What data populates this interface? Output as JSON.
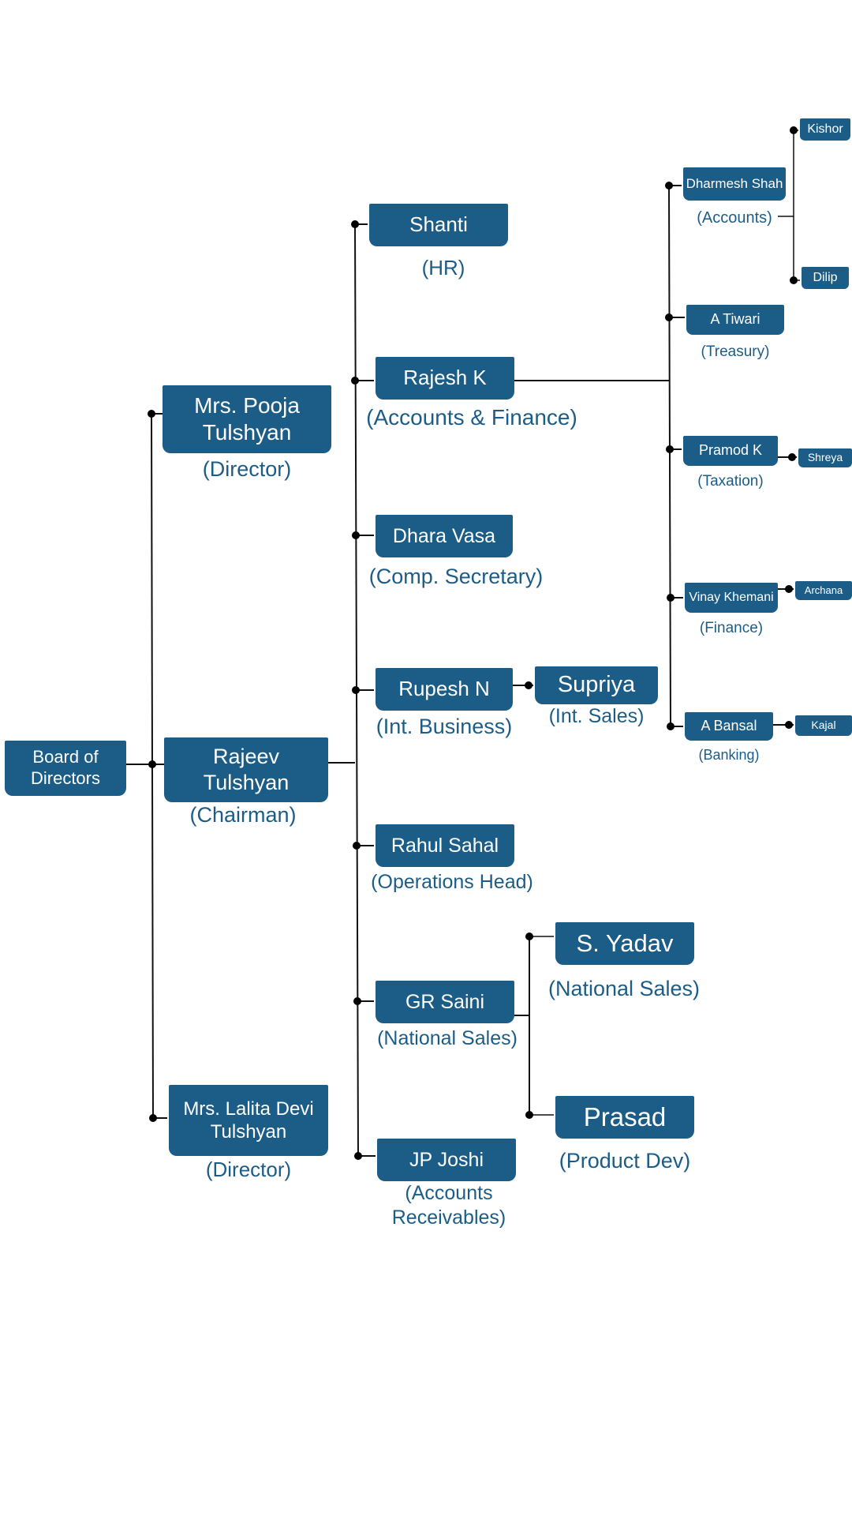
{
  "colors": {
    "box": "#1c5d88",
    "role_text": "#1c5d88",
    "box_text": "#ffffff",
    "connector": "#111111"
  },
  "nodes": {
    "board": {
      "name": "Board of Directors",
      "role": ""
    },
    "pooja": {
      "name": "Mrs. Pooja Tulshyan",
      "role": "(Director)"
    },
    "rajeev": {
      "name": "Rajeev Tulshyan",
      "role": "(Chairman)"
    },
    "lalita": {
      "name": "Mrs. Lalita Devi Tulshyan",
      "role": "(Director)"
    },
    "shanti": {
      "name": "Shanti",
      "role": "(HR)"
    },
    "rajesh": {
      "name": "Rajesh K",
      "role": "(Accounts & Finance)"
    },
    "dhara": {
      "name": "Dhara Vasa",
      "role": "(Comp. Secretary)"
    },
    "rupesh": {
      "name": "Rupesh N",
      "role": "(Int. Business)"
    },
    "supriya": {
      "name": "Supriya",
      "role": "(Int. Sales)"
    },
    "rahul": {
      "name": "Rahul Sahal",
      "role": "(Operations Head)"
    },
    "grsaini": {
      "name": "GR Saini",
      "role": "(National Sales)"
    },
    "syadav": {
      "name": "S. Yadav",
      "role": "(National Sales)"
    },
    "prasad": {
      "name": "Prasad",
      "role": "(Product Dev)"
    },
    "jpjoshi": {
      "name": "JP Joshi",
      "role": "(Accounts Receivables)"
    },
    "dharmesh": {
      "name": "Dharmesh Shah",
      "role": "(Accounts)"
    },
    "kishor": {
      "name": "Kishor",
      "role": ""
    },
    "dilip": {
      "name": "Dilip",
      "role": ""
    },
    "atiwari": {
      "name": "A Tiwari",
      "role": "(Treasury)"
    },
    "pramod": {
      "name": "Pramod K",
      "role": "(Taxation)"
    },
    "shreya": {
      "name": "Shreya",
      "role": ""
    },
    "vinay": {
      "name": "Vinay Khemani",
      "role": "(Finance)"
    },
    "archana": {
      "name": "Archana",
      "role": ""
    },
    "abansal": {
      "name": "A Bansal",
      "role": "(Banking)"
    },
    "kajal": {
      "name": "Kajal",
      "role": ""
    }
  }
}
